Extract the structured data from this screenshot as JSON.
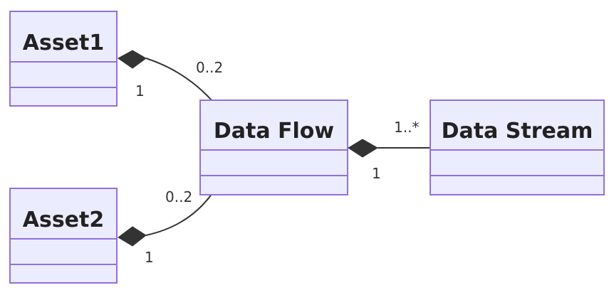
{
  "colors": {
    "class_fill": "#ECECFF",
    "class_border": "#9370DB",
    "line": "#333333",
    "diamond": "#333333",
    "text": "#222222"
  },
  "classes": {
    "asset1": {
      "name": "Asset1"
    },
    "asset2": {
      "name": "Asset2"
    },
    "data_flow": {
      "name": "Data Flow"
    },
    "data_stream": {
      "name": "Data Stream"
    }
  },
  "relations": {
    "asset1_dataflow": {
      "type": "composition",
      "whole_multiplicity": "1",
      "part_multiplicity": "0..2"
    },
    "asset2_dataflow": {
      "type": "composition",
      "whole_multiplicity": "1",
      "part_multiplicity": "0..2"
    },
    "dataflow_datastream": {
      "type": "composition",
      "whole_multiplicity": "1",
      "part_multiplicity": "1..*"
    }
  }
}
